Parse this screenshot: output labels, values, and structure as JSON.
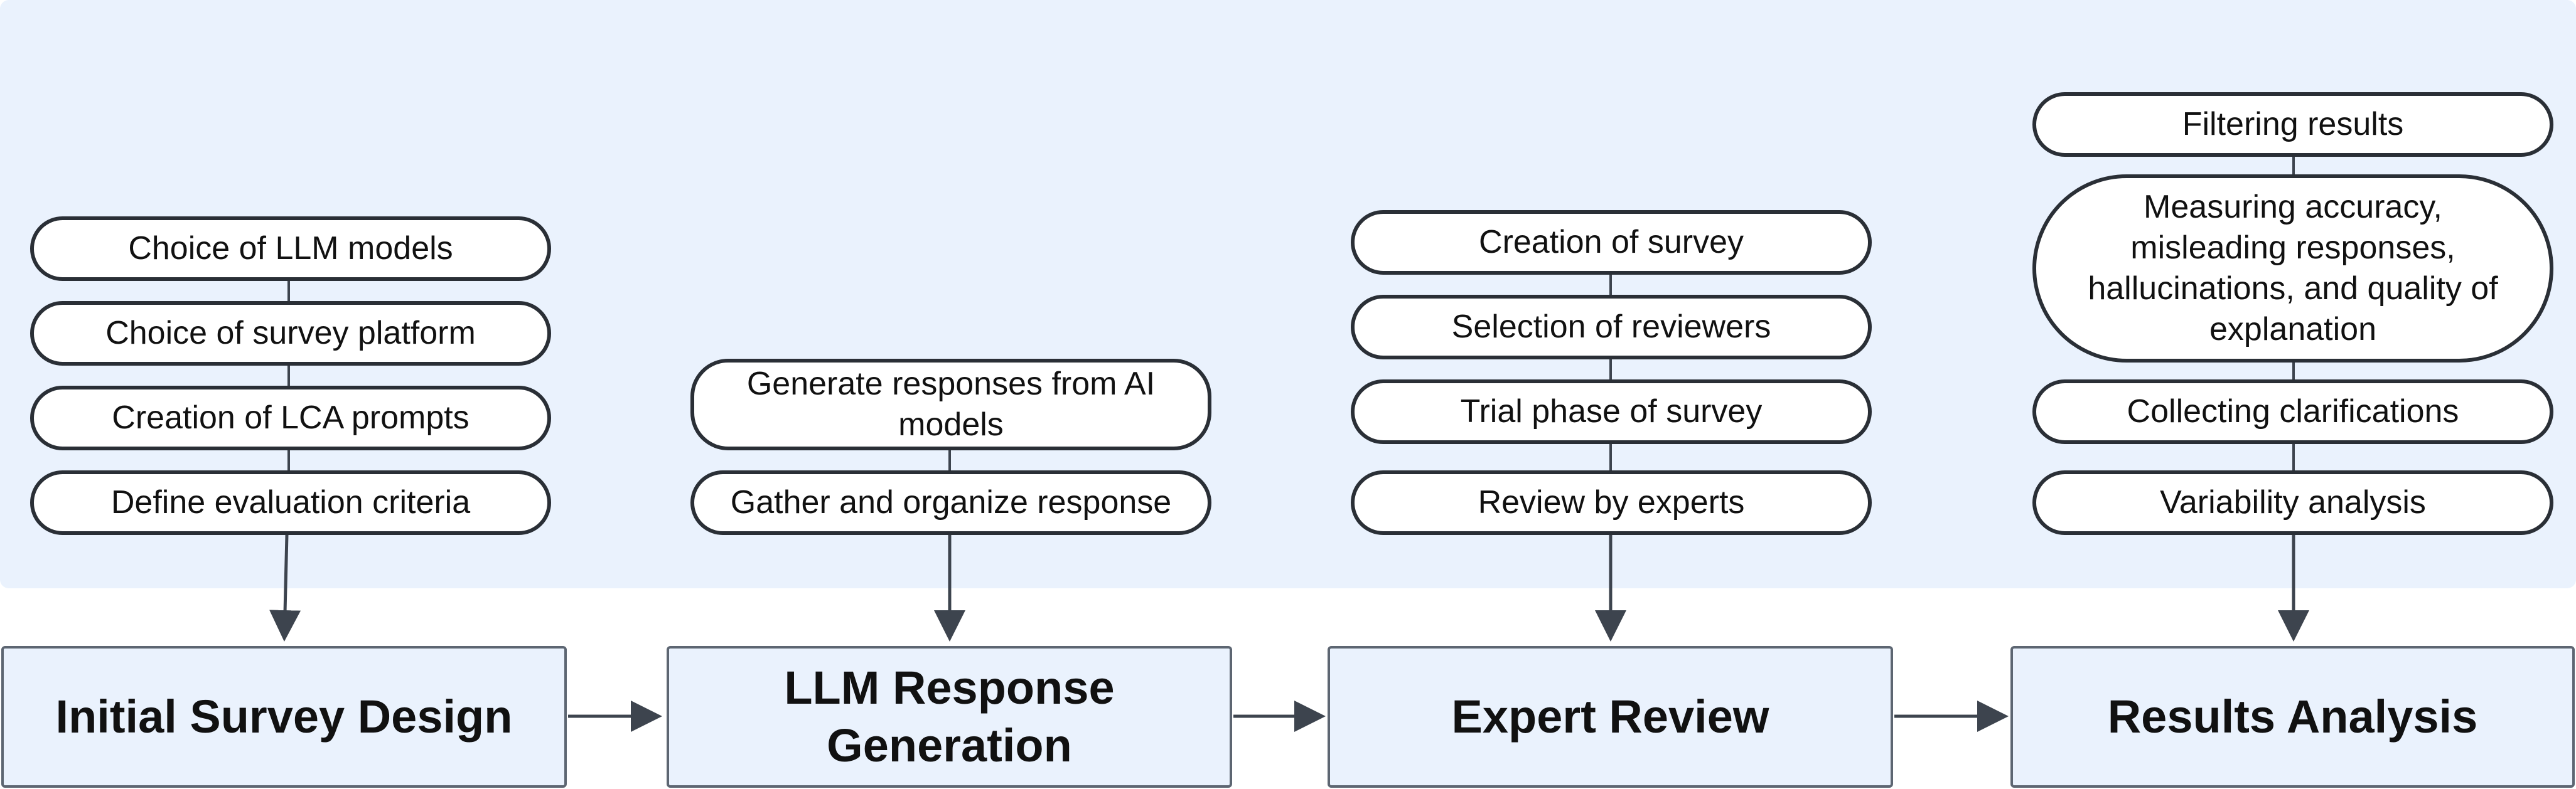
{
  "stages": [
    {
      "title": "Initial Survey Design",
      "tasks": [
        "Choice of LLM models",
        "Choice of survey platform",
        "Creation of LCA prompts",
        "Define evaluation criteria"
      ]
    },
    {
      "title": "LLM Response Generation",
      "tasks": [
        "Generate responses from AI models",
        "Gather and organize response"
      ]
    },
    {
      "title": "Expert Review",
      "tasks": [
        "Creation of survey",
        "Selection of reviewers",
        "Trial phase of survey",
        "Review by experts"
      ]
    },
    {
      "title": "Results Analysis",
      "tasks": [
        "Filtering results",
        "Measuring accuracy, misleading responses, hallucinations, and quality of explanation",
        "Collecting clarifications",
        "Variability analysis"
      ]
    }
  ],
  "colors": {
    "panel_background": "#eaf2fd",
    "stage_fill": "#eaf2fd",
    "pill_border": "#2a2f36",
    "arrow": "#3d444e"
  }
}
